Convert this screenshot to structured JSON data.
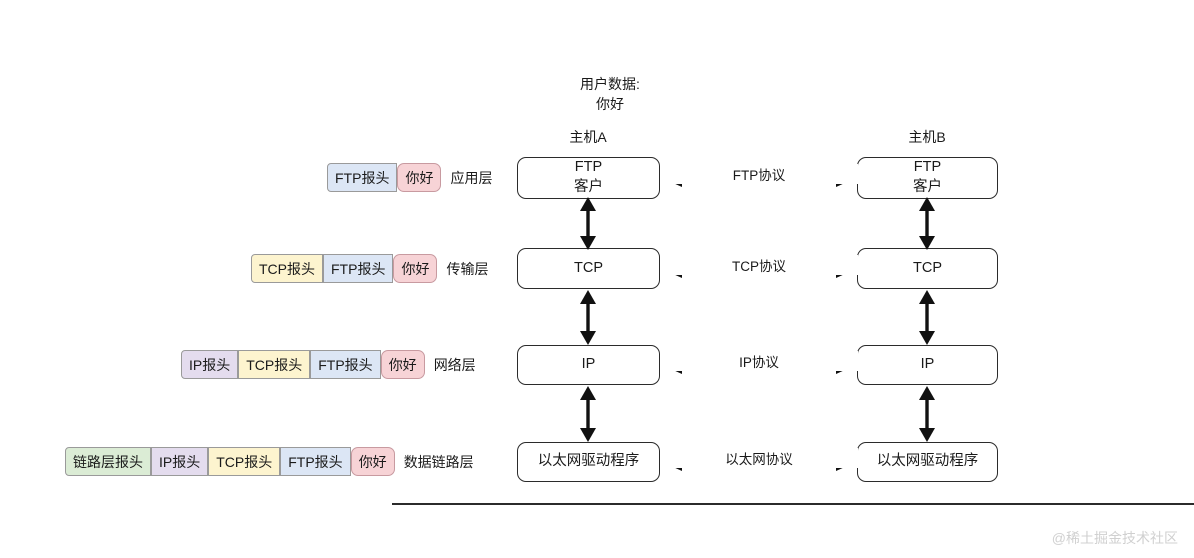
{
  "diagram": {
    "title_caption": {
      "line1": "用户数据:",
      "line2": "你好"
    },
    "hosts": {
      "a_label": "主机A",
      "b_label": "主机B"
    },
    "watermark": "@稀土掘金技术社区",
    "layers": [
      {
        "id": "application",
        "layer_label": "应用层",
        "host_a_box": {
          "line1": "FTP",
          "line2": "客户"
        },
        "host_b_box": {
          "line1": "FTP",
          "line2": "客户"
        },
        "protocol_label": "FTP协议",
        "packet_segments": [
          {
            "text": "FTP报头",
            "color": "#dce6f5",
            "kind": "header"
          },
          {
            "text": "你好",
            "color": "#f7d3d6",
            "kind": "payload"
          }
        ]
      },
      {
        "id": "transport",
        "layer_label": "传输层",
        "host_a_box": {
          "line1": "TCP",
          "line2": ""
        },
        "host_b_box": {
          "line1": "TCP",
          "line2": ""
        },
        "protocol_label": "TCP协议",
        "packet_segments": [
          {
            "text": "TCP报头",
            "color": "#fdf4cf",
            "kind": "header"
          },
          {
            "text": "FTP报头",
            "color": "#dce6f5",
            "kind": "header"
          },
          {
            "text": "你好",
            "color": "#f7d3d6",
            "kind": "payload"
          }
        ]
      },
      {
        "id": "network",
        "layer_label": "网络层",
        "host_a_box": {
          "line1": "IP",
          "line2": ""
        },
        "host_b_box": {
          "line1": "IP",
          "line2": ""
        },
        "protocol_label": "IP协议",
        "packet_segments": [
          {
            "text": "IP报头",
            "color": "#e4dcee",
            "kind": "header"
          },
          {
            "text": "TCP报头",
            "color": "#fdf4cf",
            "kind": "header"
          },
          {
            "text": "FTP报头",
            "color": "#dce6f5",
            "kind": "header"
          },
          {
            "text": "你好",
            "color": "#f7d3d6",
            "kind": "payload"
          }
        ]
      },
      {
        "id": "datalink",
        "layer_label": "数据链路层",
        "host_a_box": {
          "line1": "以太网驱动程序",
          "line2": ""
        },
        "host_b_box": {
          "line1": "以太网驱动程序",
          "line2": ""
        },
        "protocol_label": "以太网协议",
        "packet_segments": [
          {
            "text": "链路层报头",
            "color": "#dbecd5",
            "kind": "header"
          },
          {
            "text": "IP报头",
            "color": "#e4dcee",
            "kind": "header"
          },
          {
            "text": "TCP报头",
            "color": "#fdf4cf",
            "kind": "header"
          },
          {
            "text": "FTP报头",
            "color": "#dce6f5",
            "kind": "header"
          },
          {
            "text": "你好",
            "color": "#f7d3d6",
            "kind": "payload"
          }
        ]
      }
    ]
  }
}
